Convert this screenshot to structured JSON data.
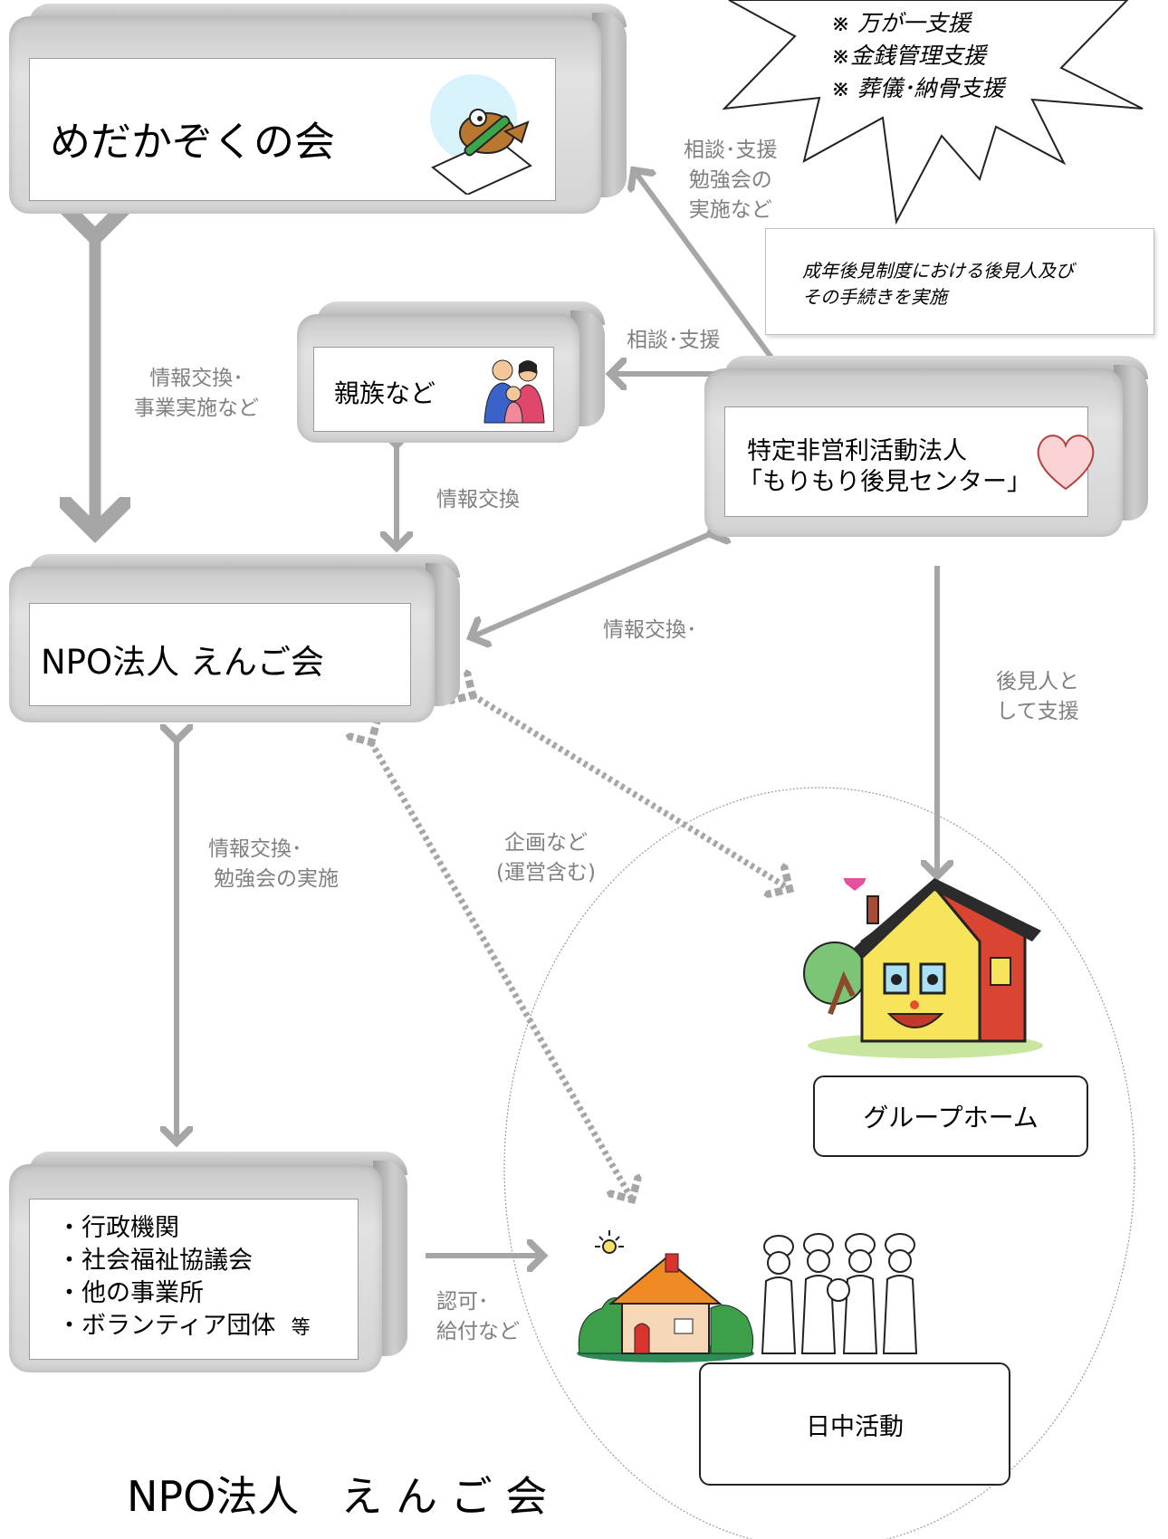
{
  "title": "NPO法人　え ん ご 会",
  "boxes": {
    "medaka": "めだかぞくの会",
    "relatives": "親族など",
    "center_line1": "特定非営利活動法人",
    "center_line2": "「もりもり後見センター」",
    "engo": "NPO法人 えんご会",
    "orgs": [
      "・行政機関",
      "・社会福祉協議会",
      "・他の事業所",
      "・ボランティア団体"
    ],
    "orgs_suffix": "等"
  },
  "starburst": [
    "※ 万が一支援",
    "※金銭管理支援",
    "※ 葬儀･納骨支援"
  ],
  "note_card": [
    "成年後見制度における後見人及び",
    "その手続きを実施"
  ],
  "labels": {
    "consult_study": [
      "相談･支援",
      "勉強会の",
      "実施など"
    ],
    "consult": "相談･支援",
    "info_exchange_business": [
      "情報交換･",
      "事業実施など"
    ],
    "info_exchange": "情報交換",
    "info_exchange_dot": "情報交換･",
    "guardian": [
      "後見人と",
      "して支援"
    ],
    "planning": [
      "企画など",
      "(運営含む)"
    ],
    "info_study": [
      "情報交換･",
      "勉強会の実施"
    ],
    "approval": [
      "認可･",
      "給付など"
    ]
  },
  "facilities": {
    "group_home": "グループホーム",
    "daytime": "日中活動"
  },
  "colors": {
    "arrow": "#a6a6a6",
    "box_face": "#ffffff",
    "text_grey": "#808080"
  }
}
